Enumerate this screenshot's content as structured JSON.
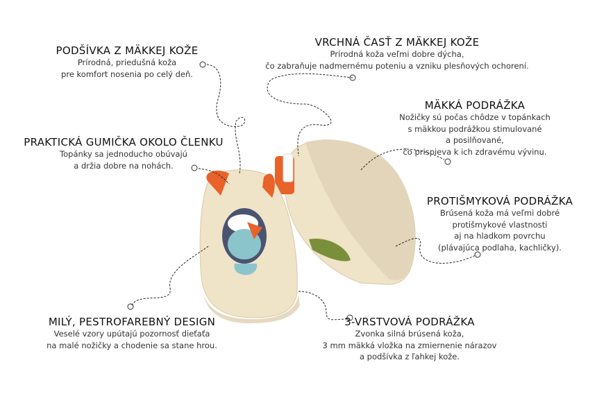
{
  "features": [
    {
      "id": "lining",
      "title": "PODŠÍVKA Z MÄKKEJ KOŽE",
      "lines": [
        "Prírodná, priedušná koža",
        "pre komfort nosenia po celý deň."
      ]
    },
    {
      "id": "upper",
      "title": "VRCHNÁ ČASŤ Z MÄKKEJ KOŽE",
      "lines": [
        "Prírodná koža veľmi dobre dýcha,",
        "čo zabraňuje nadmernému poteniu a vzniku plesňových ochorení."
      ]
    },
    {
      "id": "soft-sole",
      "title": "MÄKKÁ PODRÁŽKA",
      "lines": [
        "Nožičky sú počas chôdze v topánkach",
        "s mäkkou podrážkou stimulované",
        "a posilňované,",
        "čo prispieva k ich zdravému vývinu."
      ]
    },
    {
      "id": "elastic",
      "title": "PRAKTICKÁ GUMIČKA OKOLO ČLENKU",
      "lines": [
        "Topánky sa jednoducho obúvajú",
        "a držia dobre na nohách."
      ]
    },
    {
      "id": "antislip",
      "title": "PROTIŠMYKOVÁ PODRÁŽKA",
      "lines": [
        "Brúsená koža má veľmi dobré",
        "protišmykové vlastnosti",
        "aj na hladkom povrchu",
        "(plávajúca podlaha, kachličky)."
      ]
    },
    {
      "id": "design",
      "title": "MILÝ, PESTROFAREBNÝ DESIGN",
      "lines": [
        "Veselé vzory upútajú pozornosť dieťaťa",
        "na malé nožičky a chodenie sa stane hrou."
      ]
    },
    {
      "id": "three-layer",
      "title": "3-VRSTVOVÁ PODRÁŽKA",
      "lines": [
        "Zvonka silná brúsená koža,",
        "3 mm mäkká vložka na zmiernenie nárazov",
        "a podšívka z ľahkej kože."
      ]
    }
  ],
  "colors": {
    "leather": "#efe3c8",
    "suede": "#e6d9bf",
    "orange": "#e8622a",
    "navy": "#4a5470",
    "lightblue": "#8cc4cc",
    "green": "#7a8f3a"
  }
}
